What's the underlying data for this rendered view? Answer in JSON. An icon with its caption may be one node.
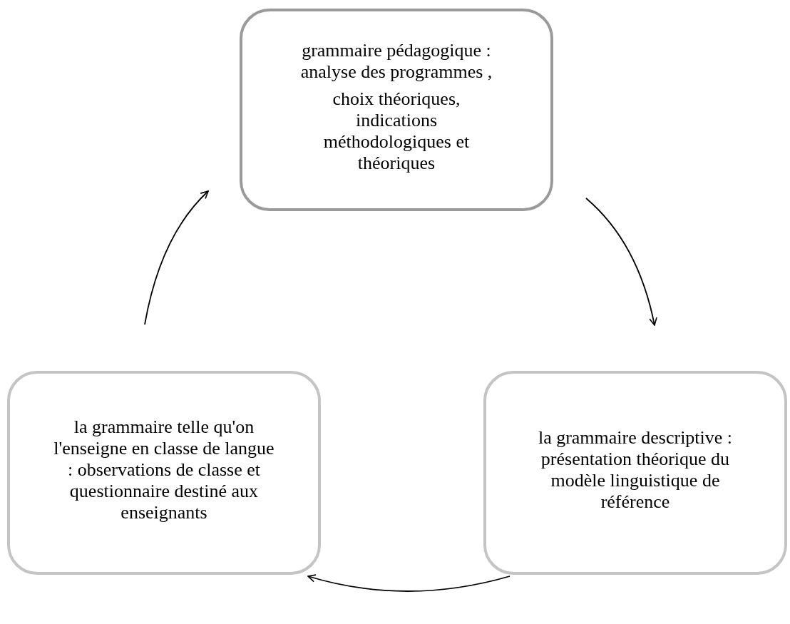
{
  "diagram": {
    "nodes": [
      {
        "text": [
          "grammaire pédagogique : analyse des programmes ,",
          "choix théoriques, indications méthodologiques et théoriques"
        ]
      },
      {
        "text": [
          "la grammaire descriptive : présentation théorique du modèle linguistique de référence"
        ]
      },
      {
        "text": [
          "la grammaire telle qu'on l'enseigne en classe de langue : observations de classe et questionnaire destiné  aux enseignants"
        ]
      }
    ],
    "edges": [
      {
        "from": 0,
        "to": 1,
        "arrow": "to"
      },
      {
        "from": 1,
        "to": 2,
        "arrow": "to"
      },
      {
        "from": 2,
        "to": 0,
        "arrow": "to"
      }
    ]
  }
}
